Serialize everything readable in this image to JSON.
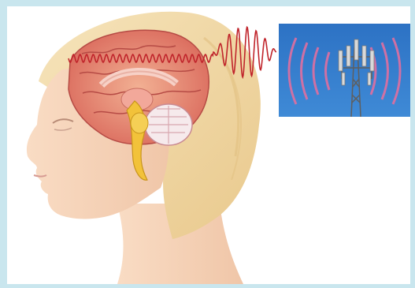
{
  "scene": {
    "frame_color": "#c9e6ee",
    "background_color": "#ffffff",
    "subjects": [
      {
        "name": "woman-head-profile-with-brain-cutaway"
      },
      {
        "name": "radio-wave"
      },
      {
        "name": "cell-tower-photo"
      }
    ],
    "colors": {
      "skin": "#f6d3b8",
      "hair": "#f1d9a8",
      "brain": "#e47b6a",
      "brain_inner": "#f0a88a",
      "brainstem": "#f2c23a",
      "cerebellum": "#f7eef0",
      "wave": "#c0242b",
      "sky": "#2e79c9",
      "tower": "#6e6e6e",
      "emission_arcs": "#e06fa0"
    }
  }
}
